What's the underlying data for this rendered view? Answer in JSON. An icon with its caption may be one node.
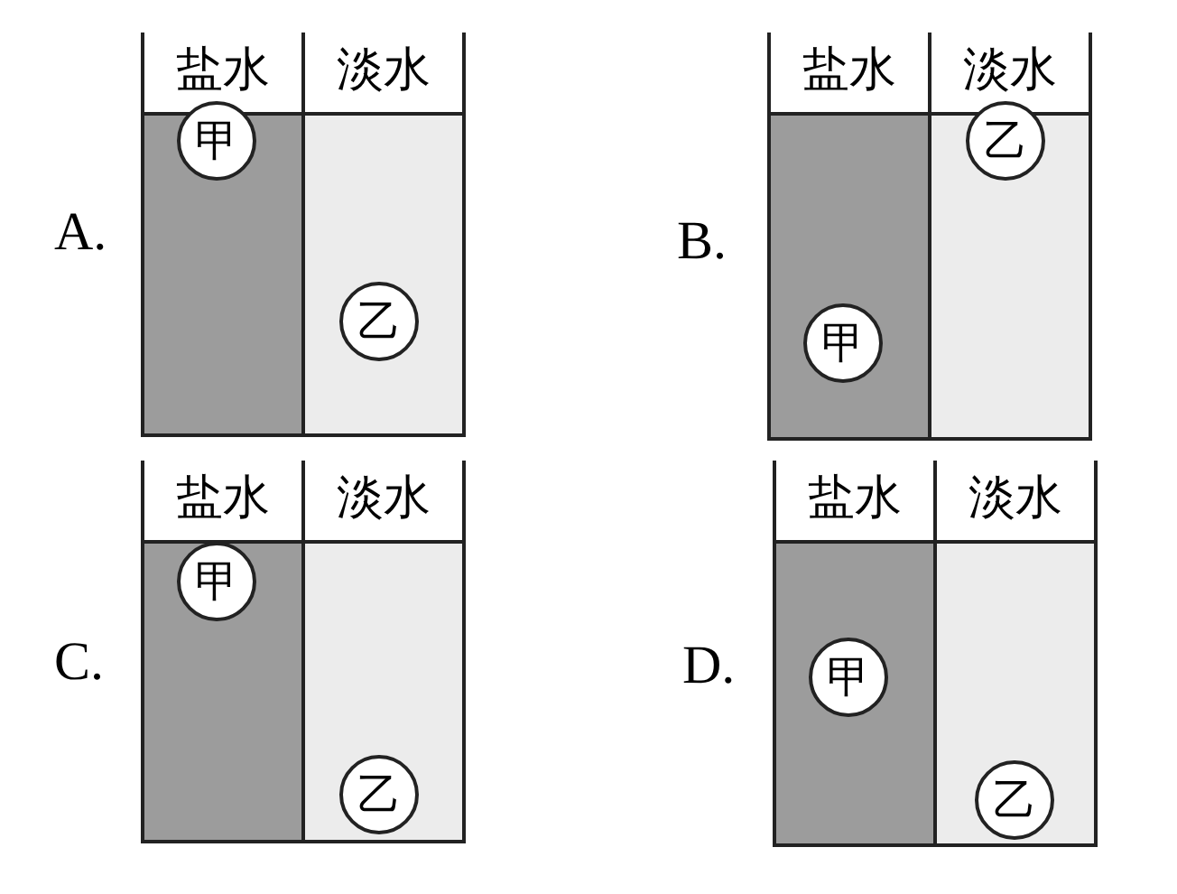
{
  "diagram": {
    "nodes": [
      {
        "text": [
          "盐水"
        ]
      },
      {
        "text": [
          "甲"
        ],
        "in": 0
      },
      {
        "text": [
          "淡水"
        ]
      },
      {
        "text": [
          "乙"
        ],
        "in": 2
      },
      {
        "text": [
          "盐水"
        ]
      },
      {
        "text": [
          "甲"
        ],
        "in": 4
      },
      {
        "text": [
          "淡水"
        ]
      },
      {
        "text": [
          "乙"
        ],
        "in": 6
      },
      {
        "text": [
          "盐水"
        ]
      },
      {
        "text": [
          "甲"
        ],
        "in": 8
      },
      {
        "text": [
          "淡水"
        ]
      },
      {
        "text": [
          "乙"
        ],
        "in": 10
      },
      {
        "text": [
          "盐水"
        ]
      },
      {
        "text": [
          "甲"
        ],
        "in": 12
      },
      {
        "text": [
          "淡水"
        ]
      },
      {
        "text": [
          "乙"
        ],
        "in": 14
      }
    ],
    "labels": [
      "A.",
      "B.",
      "C.",
      "D."
    ]
  }
}
